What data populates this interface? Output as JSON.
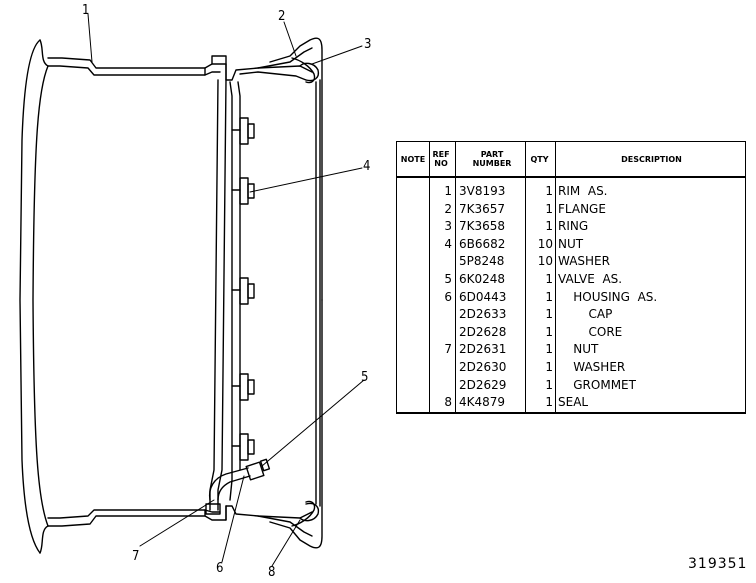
{
  "callouts": {
    "c1": "1",
    "c2": "2",
    "c3": "3",
    "c4": "4",
    "c5": "5",
    "c6": "6",
    "c7": "7",
    "c8": "8"
  },
  "table": {
    "headers": {
      "note": "NOTE",
      "ref": "REF\nNO",
      "part": "PART\nNUMBER",
      "qty": "QTY",
      "description": "DESCRIPTION"
    },
    "rows": [
      {
        "note": "",
        "ref": "1",
        "part": "3V8193",
        "qty": "1",
        "description": "RIM  AS."
      },
      {
        "note": "",
        "ref": "2",
        "part": "7K3657",
        "qty": "1",
        "description": "FLANGE"
      },
      {
        "note": "",
        "ref": "3",
        "part": "7K3658",
        "qty": "1",
        "description": "RING"
      },
      {
        "note": "",
        "ref": "4",
        "part": "6B6682",
        "qty": "10",
        "description": "NUT"
      },
      {
        "note": "",
        "ref": "",
        "part": "5P8248",
        "qty": "10",
        "description": "WASHER"
      },
      {
        "note": "",
        "ref": "5",
        "part": "6K0248",
        "qty": "1",
        "description": "VALVE  AS."
      },
      {
        "note": "",
        "ref": "6",
        "part": "6D0443",
        "qty": "1",
        "description": "    HOUSING  AS."
      },
      {
        "note": "",
        "ref": "",
        "part": "2D2633",
        "qty": "1",
        "description": "        CAP"
      },
      {
        "note": "",
        "ref": "",
        "part": "2D2628",
        "qty": "1",
        "description": "        CORE"
      },
      {
        "note": "",
        "ref": "7",
        "part": "2D2631",
        "qty": "1",
        "description": "    NUT"
      },
      {
        "note": "",
        "ref": "",
        "part": "2D2630",
        "qty": "1",
        "description": "    WASHER"
      },
      {
        "note": "",
        "ref": "",
        "part": "2D2629",
        "qty": "1",
        "description": "    GROMMET"
      },
      {
        "note": "",
        "ref": "8",
        "part": "4K4879",
        "qty": "1",
        "description": "SEAL"
      }
    ]
  },
  "figure_number": "319351"
}
